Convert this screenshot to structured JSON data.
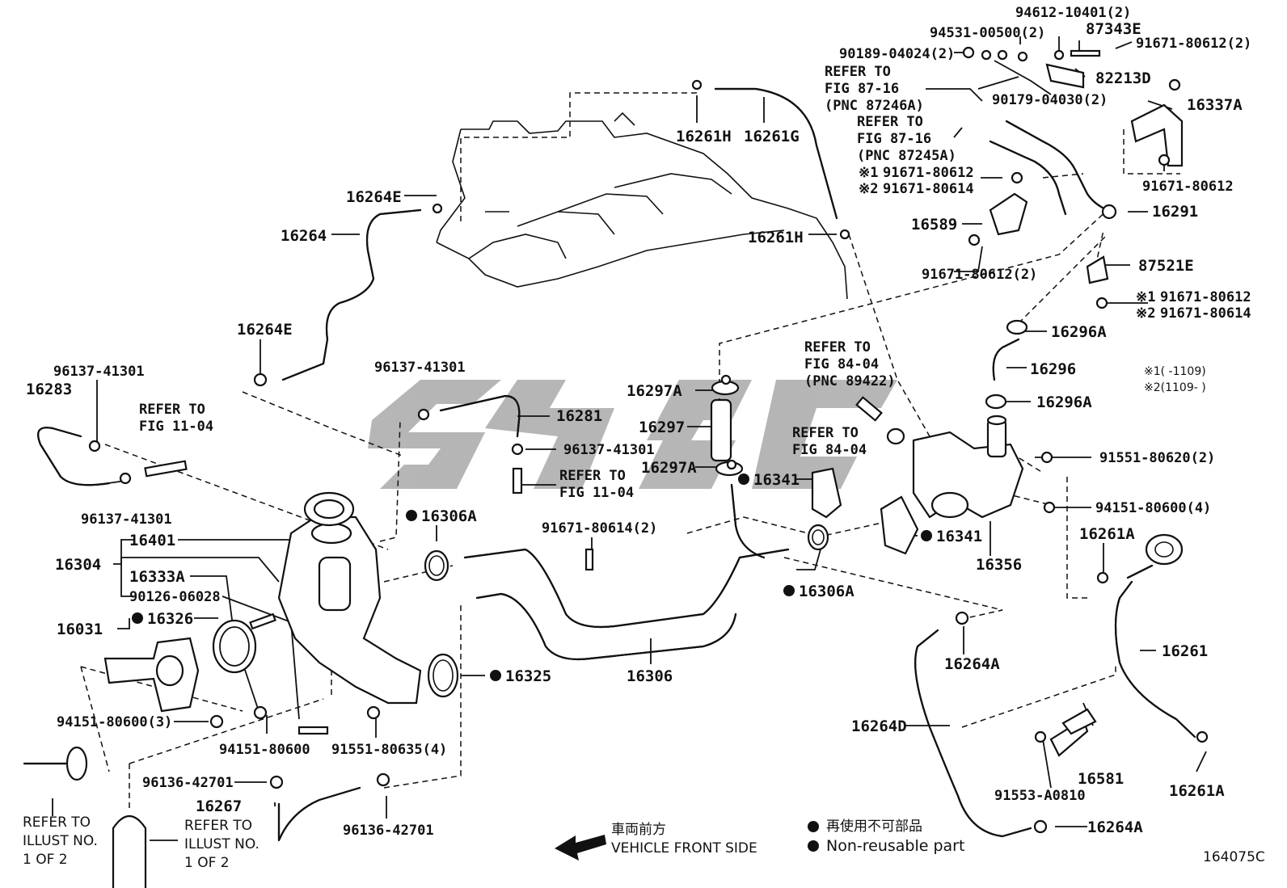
{
  "diagram_id": "164075C",
  "watermark": "",
  "callouts": {
    "p16261H_top": "16261H",
    "p16261G": "16261G",
    "p16261H_mid": "16261H",
    "p16264E_top": "16264E",
    "p16264": "16264",
    "p16264E_low": "16264E",
    "p16283": "16283",
    "b96137_a": "96137-41301",
    "b96137_b": "96137-41301",
    "b96137_c": "96137-41301",
    "b96137_d": "96137-41301",
    "p16281": "16281",
    "p16297A_a": "16297A",
    "p16297": "16297",
    "p16297A_b": "16297A",
    "p16341_a": "16341",
    "p16341_b": "16341",
    "p16306A_a": "16306A",
    "p16306A_b": "16306A",
    "p16306": "16306",
    "p16401": "16401",
    "p16304": "16304",
    "p16333A": "16333A",
    "b90126": "90126-06028",
    "p16031": "16031",
    "p16326": "16326",
    "p16325": "16325",
    "b94151_3": "94151-80600(3)",
    "b94151": "94151-80600",
    "b91551_4": "91551-80635(4)",
    "b96136_a": "96136-42701",
    "b96136_b": "96136-42701",
    "p16267": "16267",
    "b91671_2a": "91671-80614(2)",
    "p16356": "16356",
    "b91551_2": "91551-80620(2)",
    "b94151_4": "94151-80600(4)",
    "p16261A_a": "16261A",
    "p16261A_b": "16261A",
    "p16261": "16261",
    "p16264A_a": "16264A",
    "p16264A_b": "16264A",
    "p16264D": "16264D",
    "p16581": "16581",
    "b91553": "91553-A0810",
    "p16296A_a": "16296A",
    "p16296": "16296",
    "p16296A_b": "16296A",
    "p87521E": "87521E",
    "b91671_80612_a": "91671-80612",
    "b91671_80614_a": "91671-80614",
    "p16291": "16291",
    "b91671_80612_2": "91671-80612(2)",
    "p16589": "16589",
    "b91671_80612_b": "91671-80612",
    "b91671_80614_b": "91671-80614",
    "b91671_80612_c": "91671-80612",
    "p16337A": "16337A",
    "b91671_80612_d": "91671-80612(2)",
    "p82213D": "82213D",
    "b90179": "90179-04030(2)",
    "p87343E": "87343E",
    "b94612": "94612-10401(2)",
    "b94531": "94531-00500(2)",
    "b90189": "90189-04024(2)"
  },
  "markers": {
    "star1": "※1",
    "star2": "※2"
  },
  "refer_notes": {
    "fig87_16a": [
      "REFER TO",
      "FIG 87-16",
      "(PNC 87246A)"
    ],
    "fig87_16b": [
      "REFER TO",
      "FIG 87-16",
      "(PNC 87245A)"
    ],
    "fig84_04a": [
      "REFER TO",
      "FIG 84-04",
      "(PNC 89422)"
    ],
    "fig84_04b": [
      "REFER TO",
      "FIG 84-04"
    ],
    "fig11_04a": [
      "REFER TO",
      "FIG 11-04"
    ],
    "fig11_04b": [
      "REFER TO",
      "FIG 11-04"
    ],
    "illust_a": [
      "REFER TO",
      "ILLUST NO.",
      "1 OF 2"
    ],
    "illust_b": [
      "REFER TO",
      "ILLUST NO.",
      "1 OF 2"
    ]
  },
  "date_notes": {
    "n1": "※1(   -1109)",
    "n2": "※2(1109-   )"
  },
  "legend": {
    "jp": "再使用不可部品",
    "en": "Non-reusable part",
    "front_jp": "車両前方",
    "front_en": "VEHICLE FRONT SIDE"
  }
}
